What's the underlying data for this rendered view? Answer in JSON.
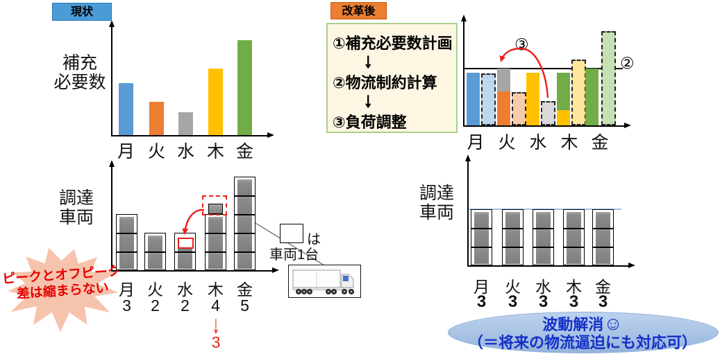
{
  "labels": {
    "current": "現状",
    "reformed": "改革後"
  },
  "steps_box": {
    "lines": [
      "①補充必要数計画",
      "↓",
      "②物流制約計算",
      "↓",
      "③負荷調整"
    ]
  },
  "palette": {
    "blue": "#5b9bd5",
    "light_blue": "#bdd7ee",
    "orange": "#ed7d31",
    "light_orange": "#f8cbad",
    "gray": "#a6a6a6",
    "light_gray": "#d9d9d9",
    "yellow": "#ffc000",
    "light_yellow": "#ffe699",
    "green": "#70ad47",
    "light_green": "#c6e0b4",
    "stack_gray": "#8c8c8c",
    "red_annotation": "#e8201a",
    "current_badge": "#4a9cd6",
    "reform_badge": "#ed7d31",
    "steps_bg": "#fdf6e3",
    "steps_border": "#a9d08d",
    "capacity_line_blue": "#9dc3e6",
    "star_fill": "#f6c3ac",
    "star_text": "#e60000",
    "ellipse_fill": "#a7c1e4",
    "ellipse_text": "#1430c8"
  },
  "chart_data": [
    {
      "id": "replenishment_current",
      "type": "bar",
      "title": "補充必要数",
      "title_lines": [
        "補充",
        "必要数"
      ],
      "categories": [
        "月",
        "火",
        "水",
        "木",
        "金"
      ],
      "values": [
        75,
        48,
        33,
        96,
        137
      ],
      "unit": "relative-height-px",
      "colors": [
        "blue",
        "orange",
        "gray",
        "yellow",
        "green"
      ]
    },
    {
      "id": "replenishment_reformed",
      "type": "bar-paired",
      "categories": [
        "月",
        "火",
        "水",
        "木",
        "金"
      ],
      "constraint_line_label": "②",
      "adjust_label": "③",
      "constraint_height": 83,
      "days": [
        {
          "solid": [
            {
              "color": "blue",
              "h": 76
            }
          ],
          "dashed": {
            "color": "light_blue",
            "h": 75
          }
        },
        {
          "solid": [
            {
              "color": "orange",
              "h": 49
            },
            {
              "color": "gray",
              "h": 33
            }
          ],
          "dashed": {
            "color": "light_orange",
            "h": 48
          }
        },
        {
          "solid": [
            {
              "color": "yellow",
              "h": 76
            }
          ],
          "dashed": {
            "color": "light_gray",
            "h": 35
          }
        },
        {
          "solid": [
            {
              "color": "yellow",
              "h": 22
            },
            {
              "color": "green",
              "h": 54
            }
          ],
          "dashed": {
            "color": "light_yellow",
            "h": 95
          }
        },
        {
          "solid": [
            {
              "color": "green",
              "h": 82
            }
          ],
          "dashed": {
            "color": "light_green",
            "h": 136
          }
        }
      ]
    },
    {
      "id": "vehicles_current",
      "type": "unit-stack",
      "title": "調達車両",
      "title_lines": [
        "調達",
        "車両"
      ],
      "categories": [
        "月",
        "火",
        "水",
        "木",
        "金"
      ],
      "values": [
        3,
        2,
        2,
        4,
        5
      ],
      "moved_note": {
        "arrow": "↓",
        "new_value": "3"
      }
    },
    {
      "id": "vehicles_reformed",
      "type": "unit-stack",
      "title": "調達車両",
      "title_lines": [
        "調達",
        "車両"
      ],
      "categories": [
        "月",
        "火",
        "水",
        "木",
        "金"
      ],
      "values": [
        3,
        3,
        3,
        3,
        3
      ]
    }
  ],
  "legend": {
    "unit_box_suffix": "は",
    "unit_label": "車両1台"
  },
  "starburst": {
    "line1": "ピークとオフピーク",
    "line2": "差は縮まらない"
  },
  "ellipse": {
    "line1": "波動解消",
    "smiley": "☺",
    "line2": "（＝将来の物流逼迫にも対応可）"
  }
}
